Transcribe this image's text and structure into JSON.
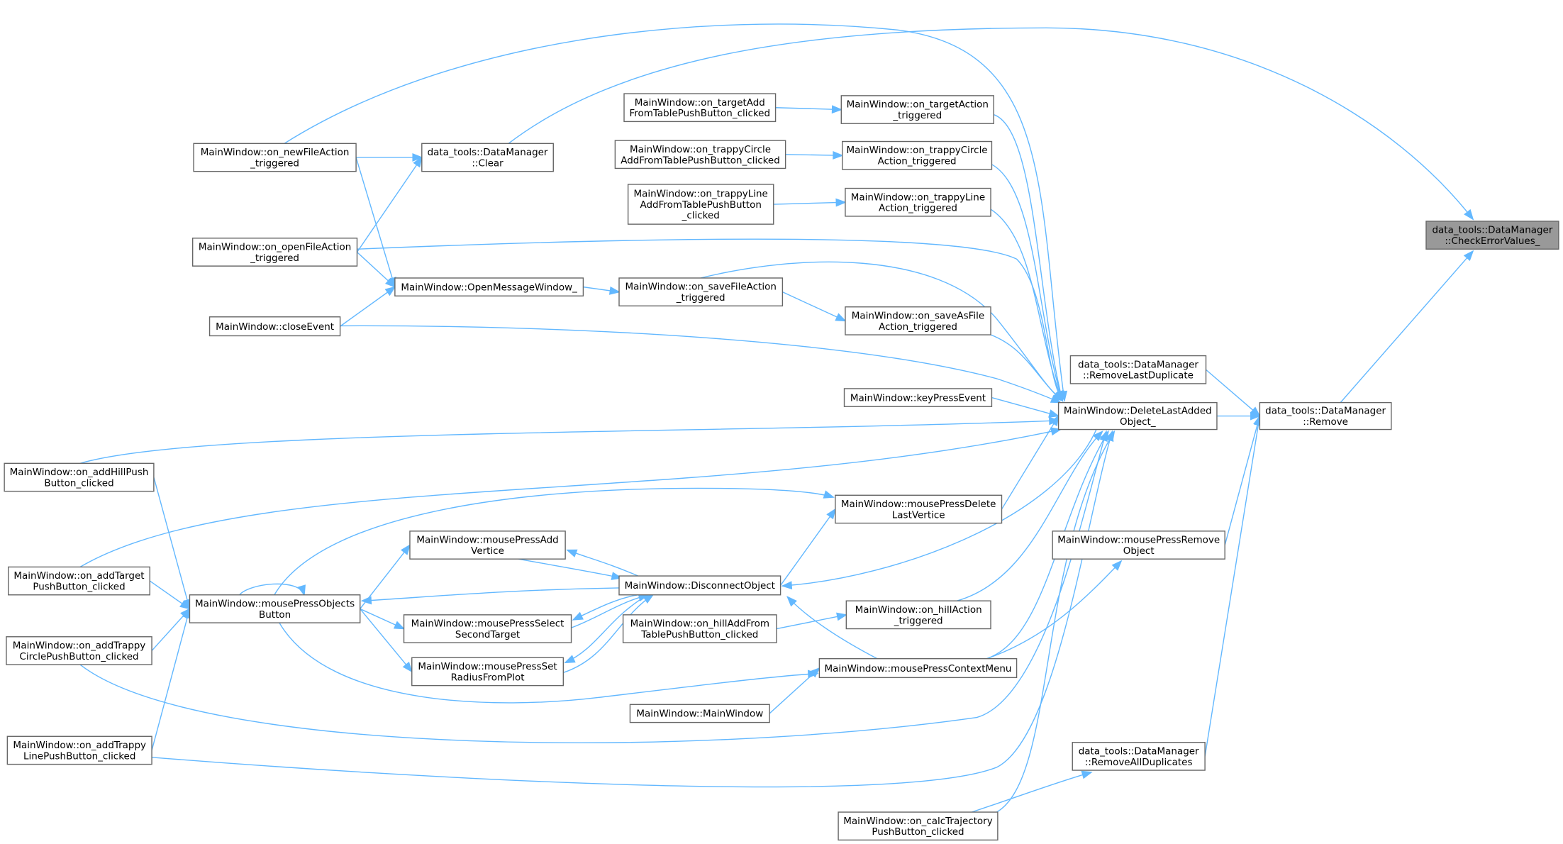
{
  "graph": {
    "type": "caller-graph",
    "colors": {
      "edge": "#63b8ff",
      "focus_fill": "#999999",
      "node_border": "#666666"
    },
    "nodes": {
      "checkErr": {
        "lines": [
          "data_tools::DataManager",
          "::CheckErrorValues_"
        ],
        "focus": true
      },
      "remove": {
        "lines": [
          "data_tools::DataManager",
          "::Remove"
        ]
      },
      "removeLastDup": {
        "lines": [
          "data_tools::DataManager",
          "::RemoveLastDuplicate"
        ]
      },
      "deleteLast": {
        "lines": [
          "MainWindow::DeleteLastAdded",
          "Object_"
        ]
      },
      "pressRemoveObj": {
        "lines": [
          "MainWindow::mousePressRemove",
          "Object"
        ]
      },
      "removeAllDup": {
        "lines": [
          "data_tools::DataManager",
          "::RemoveAllDuplicates"
        ]
      },
      "calcTraj": {
        "lines": [
          "MainWindow::on_calcTrajectory",
          "PushButton_clicked"
        ]
      },
      "targetAction": {
        "lines": [
          "MainWindow::on_targetAction",
          "_triggered"
        ]
      },
      "trappyCircleAction": {
        "lines": [
          "MainWindow::on_trappyCircle",
          "Action_triggered"
        ]
      },
      "trappyLineAction": {
        "lines": [
          "MainWindow::on_trappyLine",
          "Action_triggered"
        ]
      },
      "saveAs": {
        "lines": [
          "MainWindow::on_saveAsFile",
          "Action_triggered"
        ]
      },
      "keyPress": {
        "lines": [
          "MainWindow::keyPressEvent"
        ]
      },
      "pressDelVert": {
        "lines": [
          "MainWindow::mousePressDelete",
          "LastVertice"
        ]
      },
      "hillAction": {
        "lines": [
          "MainWindow::on_hillAction",
          "_triggered"
        ]
      },
      "contextMenu": {
        "lines": [
          "MainWindow::mousePressContextMenu"
        ]
      },
      "mainWindow": {
        "lines": [
          "MainWindow::MainWindow"
        ]
      },
      "disconnect": {
        "lines": [
          "MainWindow::DisconnectObject"
        ]
      },
      "hillAdd": {
        "lines": [
          "MainWindow::on_hillAddFrom",
          "TablePushButton_clicked"
        ]
      },
      "saveFile": {
        "lines": [
          "MainWindow::on_saveFileAction",
          "_triggered"
        ]
      },
      "targetAdd": {
        "lines": [
          "MainWindow::on_targetAdd",
          "FromTablePushButton_clicked"
        ]
      },
      "trappyCircleAdd": {
        "lines": [
          "MainWindow::on_trappyCircle",
          "AddFromTablePushButton_clicked"
        ]
      },
      "trappyLineAdd": {
        "lines": [
          "MainWindow::on_trappyLine",
          "AddFromTablePushButton",
          "_clicked"
        ]
      },
      "openMsg": {
        "lines": [
          "MainWindow::OpenMessageWindow_"
        ]
      },
      "clear": {
        "lines": [
          "data_tools::DataManager",
          "::Clear"
        ]
      },
      "newFile": {
        "lines": [
          "MainWindow::on_newFileAction",
          "_triggered"
        ]
      },
      "openFile": {
        "lines": [
          "MainWindow::on_openFileAction",
          "_triggered"
        ]
      },
      "closeEvent": {
        "lines": [
          "MainWindow::closeEvent"
        ]
      },
      "addVertice": {
        "lines": [
          "MainWindow::mousePressAdd",
          "Vertice"
        ]
      },
      "selectSecond": {
        "lines": [
          "MainWindow::mousePressSelect",
          "SecondTarget"
        ]
      },
      "setRadius": {
        "lines": [
          "MainWindow::mousePressSet",
          "RadiusFromPlot"
        ]
      },
      "objectsButton": {
        "lines": [
          "MainWindow::mousePressObjects",
          "Button"
        ]
      },
      "addHill": {
        "lines": [
          "MainWindow::on_addHillPush",
          "Button_clicked"
        ]
      },
      "addTarget": {
        "lines": [
          "MainWindow::on_addTarget",
          "PushButton_clicked"
        ]
      },
      "addTrappyCircle": {
        "lines": [
          "MainWindow::on_addTrappy",
          "CirclePushButton_clicked"
        ]
      },
      "addTrappyLine": {
        "lines": [
          "MainWindow::on_addTrappy",
          "LinePushButton_clicked"
        ]
      }
    },
    "edges": [
      [
        "remove",
        "checkErr"
      ],
      [
        "clear",
        "checkErr"
      ],
      [
        "newFile",
        "deleteLast"
      ],
      [
        "newFile",
        "clear"
      ],
      [
        "openFile",
        "clear"
      ],
      [
        "newFile",
        "openMsg"
      ],
      [
        "openFile",
        "openMsg"
      ],
      [
        "closeEvent",
        "openMsg"
      ],
      [
        "openMsg",
        "saveFile"
      ],
      [
        "targetAdd",
        "targetAction"
      ],
      [
        "trappyCircleAdd",
        "trappyCircleAction"
      ],
      [
        "trappyLineAdd",
        "trappyLineAction"
      ],
      [
        "saveFile",
        "saveAs"
      ],
      [
        "hillAdd",
        "hillAction"
      ],
      [
        "mainWindow",
        "contextMenu"
      ],
      [
        "targetAction",
        "deleteLast"
      ],
      [
        "trappyCircleAction",
        "deleteLast"
      ],
      [
        "trappyLineAction",
        "deleteLast"
      ],
      [
        "saveAs",
        "deleteLast"
      ],
      [
        "keyPress",
        "deleteLast"
      ],
      [
        "openFile",
        "deleteLast"
      ],
      [
        "saveFile",
        "deleteLast"
      ],
      [
        "closeEvent",
        "deleteLast"
      ],
      [
        "addHill",
        "deleteLast"
      ],
      [
        "addTarget",
        "deleteLast"
      ],
      [
        "pressDelVert",
        "deleteLast"
      ],
      [
        "deleteLast",
        "disconnect"
      ],
      [
        "contextMenu",
        "deleteLast"
      ],
      [
        "hillAction",
        "deleteLast"
      ],
      [
        "calcTraj",
        "deleteLast"
      ],
      [
        "addTrappyCircle",
        "deleteLast"
      ],
      [
        "addTrappyLine",
        "deleteLast"
      ],
      [
        "objectsButton",
        "contextMenu"
      ],
      [
        "objectsButton",
        "pressDelVert"
      ],
      [
        "disconnect",
        "pressDelVert"
      ],
      [
        "objectsButton",
        "addVertice"
      ],
      [
        "disconnect",
        "addVertice"
      ],
      [
        "addVertice",
        "disconnect"
      ],
      [
        "disconnect",
        "objectsButton"
      ],
      [
        "objectsButton",
        "selectSecond"
      ],
      [
        "selectSecond",
        "disconnect"
      ],
      [
        "disconnect",
        "selectSecond"
      ],
      [
        "objectsButton",
        "setRadius"
      ],
      [
        "setRadius",
        "disconnect"
      ],
      [
        "disconnect",
        "setRadius"
      ],
      [
        "objectsButton",
        "objectsButton"
      ],
      [
        "addHill",
        "objectsButton"
      ],
      [
        "addTarget",
        "objectsButton"
      ],
      [
        "addTrappyCircle",
        "objectsButton"
      ],
      [
        "addTrappyLine",
        "objectsButton"
      ],
      [
        "contextMenu",
        "disconnect"
      ],
      [
        "removeLastDup",
        "remove"
      ],
      [
        "deleteLast",
        "remove"
      ],
      [
        "pressRemoveObj",
        "remove"
      ],
      [
        "removeAllDup",
        "remove"
      ],
      [
        "contextMenu",
        "pressRemoveObj"
      ],
      [
        "calcTraj",
        "removeAllDup"
      ]
    ]
  }
}
